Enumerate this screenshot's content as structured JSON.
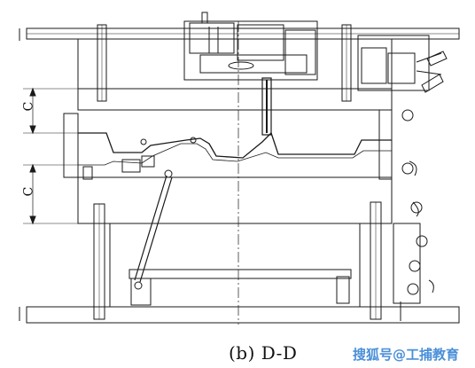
{
  "figure": {
    "caption": "(b) D-D",
    "dimension_labels": [
      "C",
      "C"
    ],
    "watermark": "搜狐号@工捕教育",
    "colors": {
      "line": "#1a1a1a",
      "watermark": "#4a8fd8",
      "background": "#ffffff"
    }
  }
}
